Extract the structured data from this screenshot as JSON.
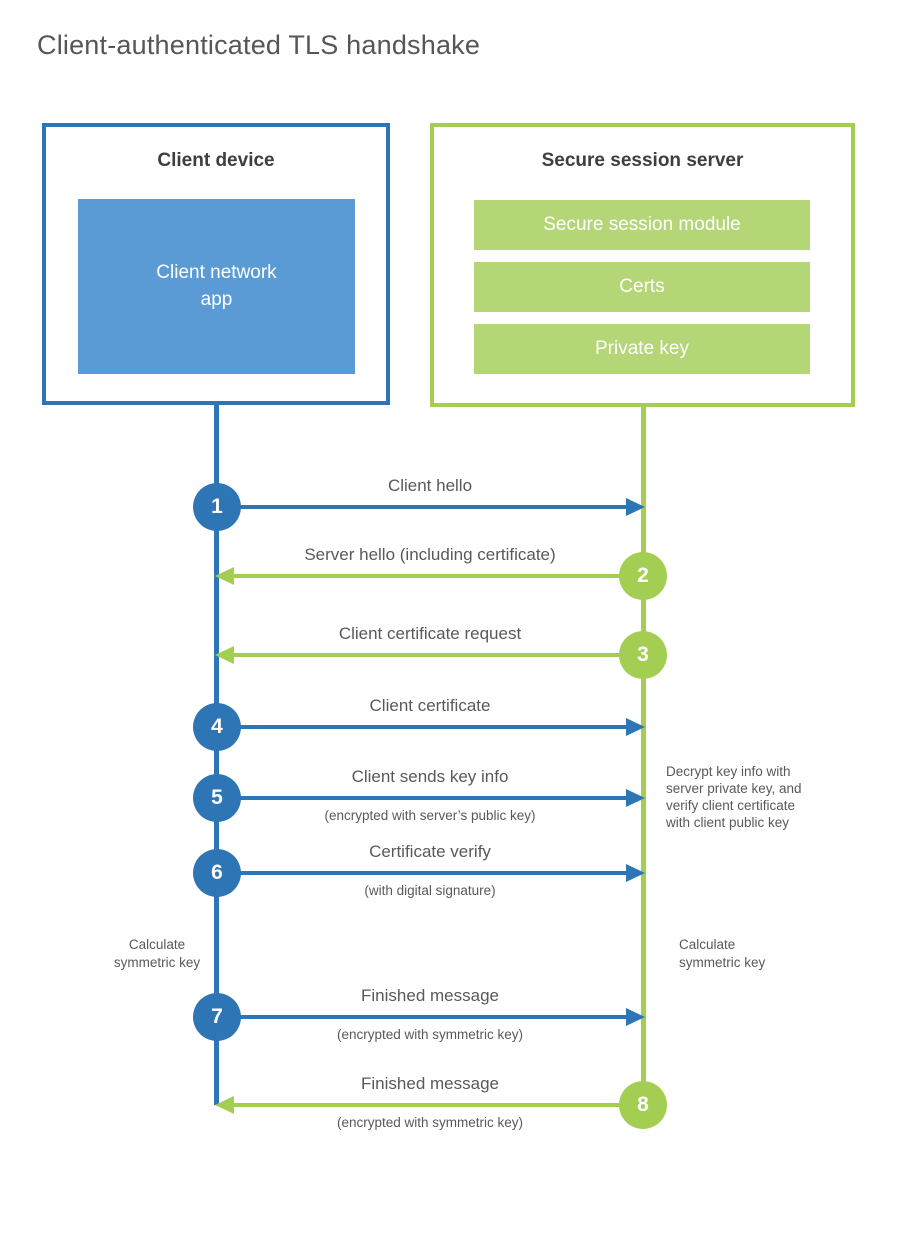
{
  "title": "Client-authenticated TLS handshake",
  "colors": {
    "blue": "#2E75B6",
    "blue_fill": "#5B9BD5",
    "green": "#A4CE52",
    "green_fill": "#B5D677",
    "text_gray": "#595959"
  },
  "client": {
    "heading": "Client device",
    "app_label": "Client network\napp"
  },
  "server": {
    "heading": "Secure session server",
    "modules": [
      "Secure session module",
      "Certs",
      "Private key"
    ]
  },
  "messages": [
    {
      "number": "1",
      "label": "Client hello",
      "sublabel": "",
      "direction": "client-to-server"
    },
    {
      "number": "2",
      "label": "Server hello (including certificate)",
      "sublabel": "",
      "direction": "server-to-client"
    },
    {
      "number": "3",
      "label": "Client certificate request",
      "sublabel": "",
      "direction": "server-to-client"
    },
    {
      "number": "4",
      "label": "Client certificate",
      "sublabel": "",
      "direction": "client-to-server"
    },
    {
      "number": "5",
      "label": "Client sends key info",
      "sublabel": "(encrypted with server’s public key)",
      "direction": "client-to-server"
    },
    {
      "number": "6",
      "label": "Certificate verify",
      "sublabel": "(with digital signature)",
      "direction": "client-to-server"
    },
    {
      "number": "7",
      "label": "Finished message",
      "sublabel": "(encrypted with symmetric key)",
      "direction": "client-to-server"
    },
    {
      "number": "8",
      "label": "Finished message",
      "sublabel": "(encrypted with symmetric key)",
      "direction": "server-to-client"
    }
  ],
  "annotations": {
    "server_note": "Decrypt key info with\nserver private key, and\nverify client certificate\nwith client public key",
    "client_calc": "Calculate\nsymmetric key",
    "server_calc": "Calculate\nsymmetric key"
  }
}
